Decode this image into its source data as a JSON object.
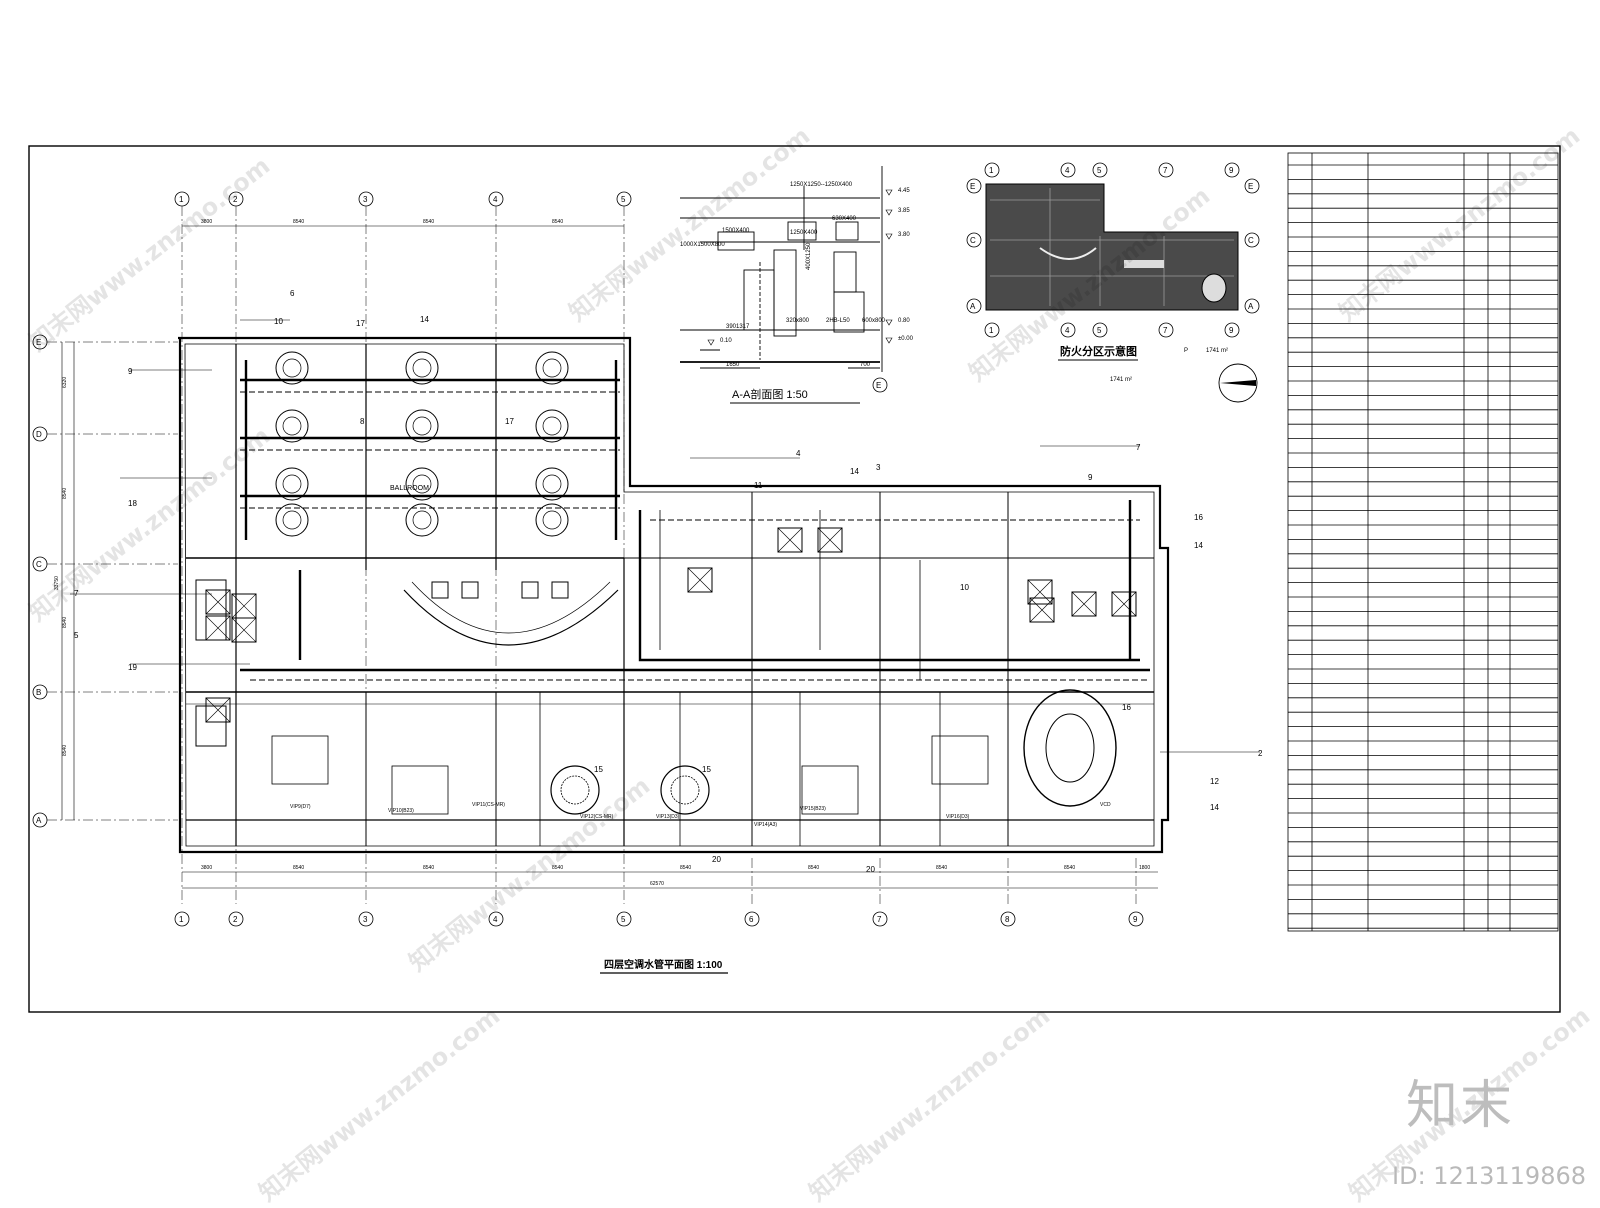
{
  "drawing": {
    "plan_title": "四层空调水管平面图 1:100",
    "section_title": "A-A剖面图 1:50",
    "fire_zone_title": "防火分区示意图",
    "fire_zone_area": "1741 m²",
    "fire_zone_area_note": "1741 m²",
    "fire_zone_p": "P",
    "plan_label_ballroom": "BALLROOM",
    "grid_columns": [
      "1",
      "2",
      "3",
      "4",
      "5",
      "6",
      "7",
      "8",
      "9"
    ],
    "grid_rows": [
      "E",
      "D",
      "C",
      "B",
      "A"
    ],
    "top_dims": [
      "3800",
      "8540",
      "8540",
      "8540"
    ],
    "bottom_dims": [
      "3800",
      "8540",
      "8540",
      "8540",
      "8540",
      "8540",
      "8540",
      "8540",
      "1800"
    ],
    "bottom_total": "62570",
    "left_dims": [
      "6320",
      "8540",
      "8540",
      "8540"
    ],
    "left_total": "33750",
    "pipe_tags": [
      "6",
      "10",
      "17",
      "14",
      "9",
      "8",
      "17",
      "18",
      "7",
      "5",
      "19",
      "4",
      "11",
      "14",
      "3",
      "7",
      "9",
      "16",
      "14",
      "10",
      "16",
      "2",
      "12",
      "14",
      "20",
      "20",
      "15",
      "15"
    ],
    "room_labels": [
      "VIP9(D7)",
      "VIP10(B23)",
      "VIP11(CS-MR)",
      "VIP12(CS-MR)",
      "VIP13(D3)",
      "VIP14(A3)",
      "VIP15(B23)",
      "VIP16(D3)",
      "VCD"
    ],
    "section_dims": [
      "1250X1250--1250X400",
      "1500X400",
      "1250X400",
      "630X400",
      "1000X1500X800",
      "3901317",
      "320x800",
      "2HB-L50",
      "600x800",
      "400X1250"
    ],
    "section_levels": [
      "4.45",
      "3.85",
      "3.80",
      "0.80",
      "±0.00",
      "0.10"
    ],
    "section_grid": "E",
    "section_bottom_dims": [
      "1650",
      "700"
    ],
    "fire_grid_top": [
      "1",
      "4",
      "5",
      "7",
      "9"
    ],
    "fire_grid_side": [
      "E",
      "C",
      "A"
    ]
  },
  "watermarks": {
    "text": "知末网www.znzmo.com",
    "brand": "知末",
    "image_id": "ID: 1213119868"
  }
}
